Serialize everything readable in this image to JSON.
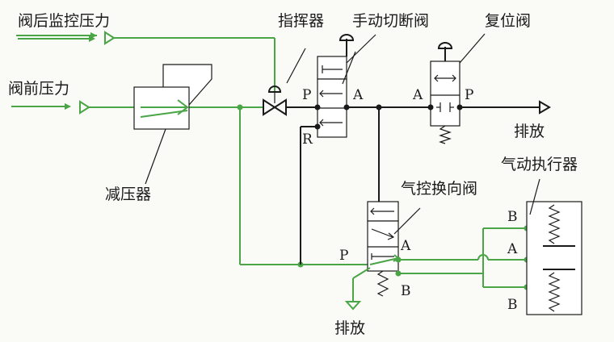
{
  "labels": {
    "downstream_pressure": "阀后监控压力",
    "upstream_pressure": "阀前压力",
    "pilot": "指挥器",
    "manual_shutoff_valve": "手动切断阀",
    "reset_valve": "复位阀",
    "exhaust_right": "排放",
    "regulator": "减压器",
    "pneumatic_actuator": "气动执行器",
    "pneumatic_directional_valve": "气控换向阀",
    "exhaust_bottom": "排放"
  },
  "ports": {
    "manual_P": "P",
    "manual_A": "A",
    "manual_R": "R",
    "reset_A": "A",
    "reset_P": "P",
    "dir_P": "P",
    "dir_A": "A",
    "dir_B": "B",
    "act_B_top": "B",
    "act_A": "A",
    "act_B_bottom": "B"
  },
  "colors": {
    "pneumatic_line": "#4aa546",
    "main_line": "#1a1a1a",
    "background": "#fafaf7"
  }
}
